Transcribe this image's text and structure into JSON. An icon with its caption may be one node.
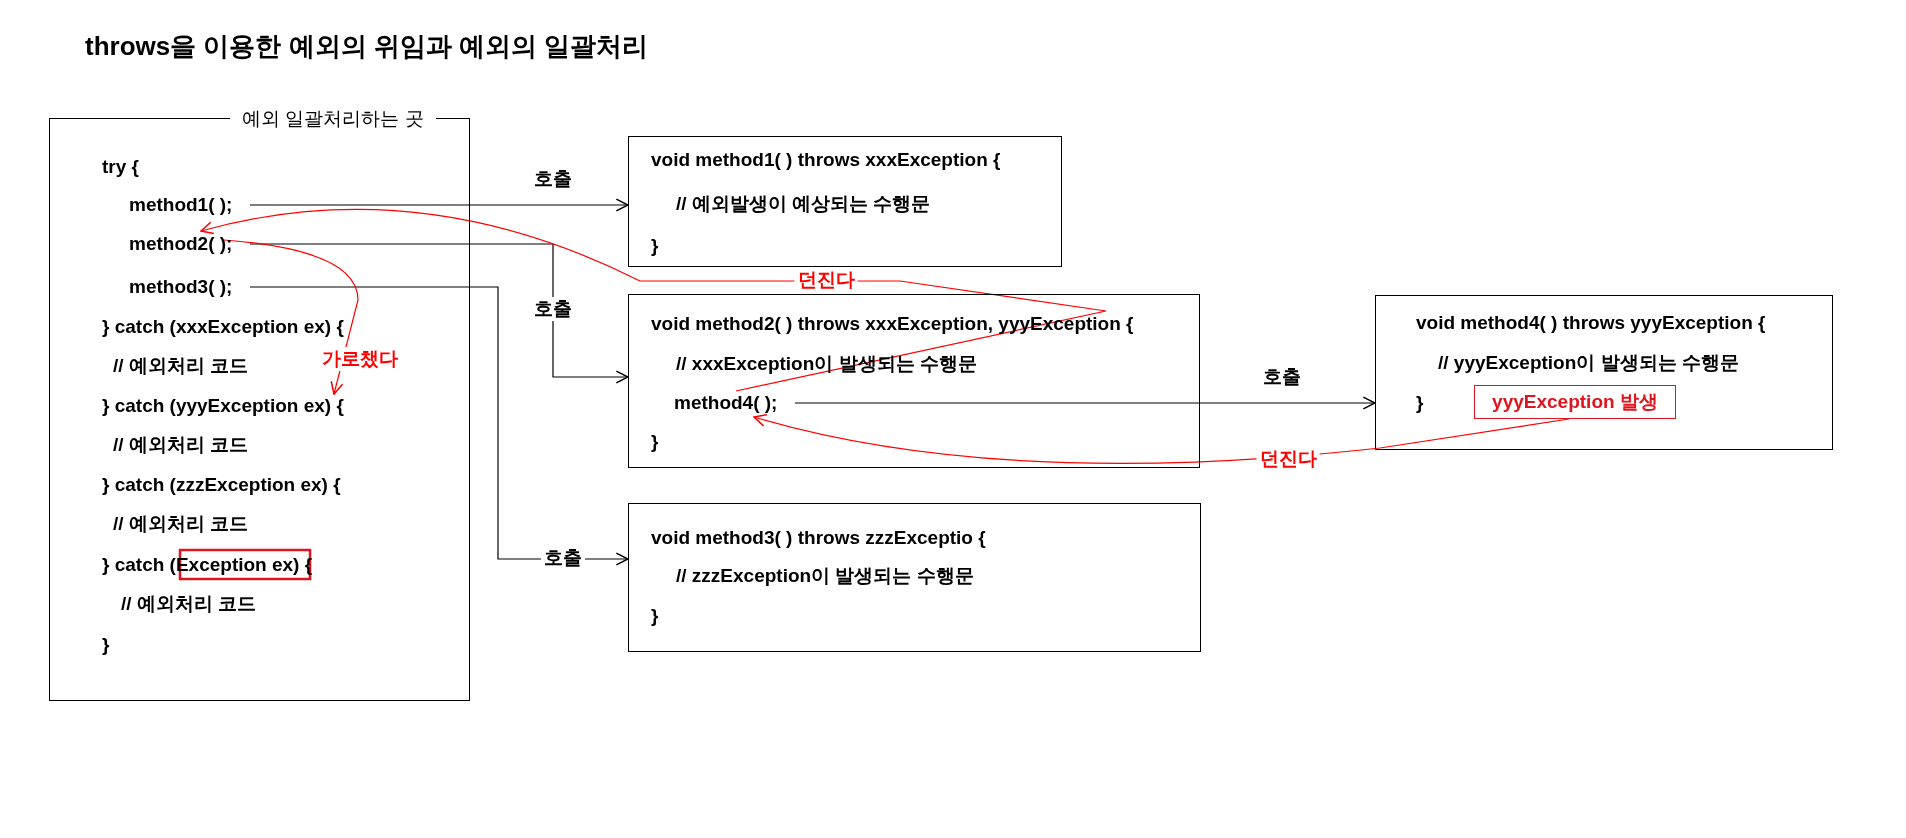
{
  "diagram": {
    "title": "throws을 이용한 예외의 위임과 예외의 일괄처리",
    "nodes": [
      {
        "text": [
          "예외 일괄처리하는 곳"
        ]
      },
      {
        "text": [
          "try {"
        ],
        "in": 0
      },
      {
        "text": [
          "method1( );"
        ],
        "in": 0
      },
      {
        "text": [
          "method2( );"
        ],
        "in": 0
      },
      {
        "text": [
          "method3( );"
        ],
        "in": 0
      },
      {
        "text": [
          "} catch (xxxException ex) {"
        ],
        "in": 0
      },
      {
        "text": [
          "// 예외처리 코드"
        ],
        "in": 0
      },
      {
        "text": [
          "} catch (yyyException ex) {"
        ],
        "in": 0
      },
      {
        "text": [
          "// 예외처리 코드"
        ],
        "in": 0
      },
      {
        "text": [
          "} catch (zzzException ex) {"
        ],
        "in": 0
      },
      {
        "text": [
          "// 예외처리 코드"
        ],
        "in": 0
      },
      {
        "text": [
          "} catch (Exception ex) {"
        ],
        "in": 0
      },
      {
        "text": [
          "// 예외처리 코드"
        ],
        "in": 0
      },
      {
        "text": [
          "}"
        ],
        "in": 0
      },
      {
        "text": [
          "void method1( ) throws xxxException {",
          "// 예외발생이 예상되는 수행문",
          "}"
        ]
      },
      {
        "text": [
          "void method2( ) throws xxxException, yyyException {",
          "// xxxException이 발생되는 수행문",
          "}"
        ]
      },
      {
        "text": [
          "method4( );"
        ],
        "in": 15
      },
      {
        "text": [
          "void method3( ) throws zzzExceptio {",
          "// zzzException이 발생되는 수행문",
          "}"
        ]
      },
      {
        "text": [
          "void method4( ) throws yyyException {",
          "// yyyException이 발생되는 수행문",
          "}"
        ]
      },
      {
        "text": [
          "yyyException 발생"
        ],
        "in": 18
      }
    ],
    "edges": [
      {
        "from": 2,
        "to": 14,
        "arrow": "to",
        "label": "호출"
      },
      {
        "from": 3,
        "to": 15,
        "arrow": "to",
        "label": "호출"
      },
      {
        "from": 4,
        "to": 17,
        "arrow": "to",
        "label": "호출"
      },
      {
        "from": 16,
        "to": 18,
        "arrow": "to",
        "label": "호출"
      },
      {
        "from": 19,
        "to": 16,
        "arrow": "to",
        "label": "던진다",
        "color": "#ff0000"
      },
      {
        "from": 16,
        "to": 3,
        "arrow": "to",
        "label": "던진다",
        "color": "#ff0000"
      },
      {
        "from": 3,
        "to": 7,
        "arrow": "to",
        "label": "가로챘다",
        "color": "#ff0000"
      }
    ]
  }
}
